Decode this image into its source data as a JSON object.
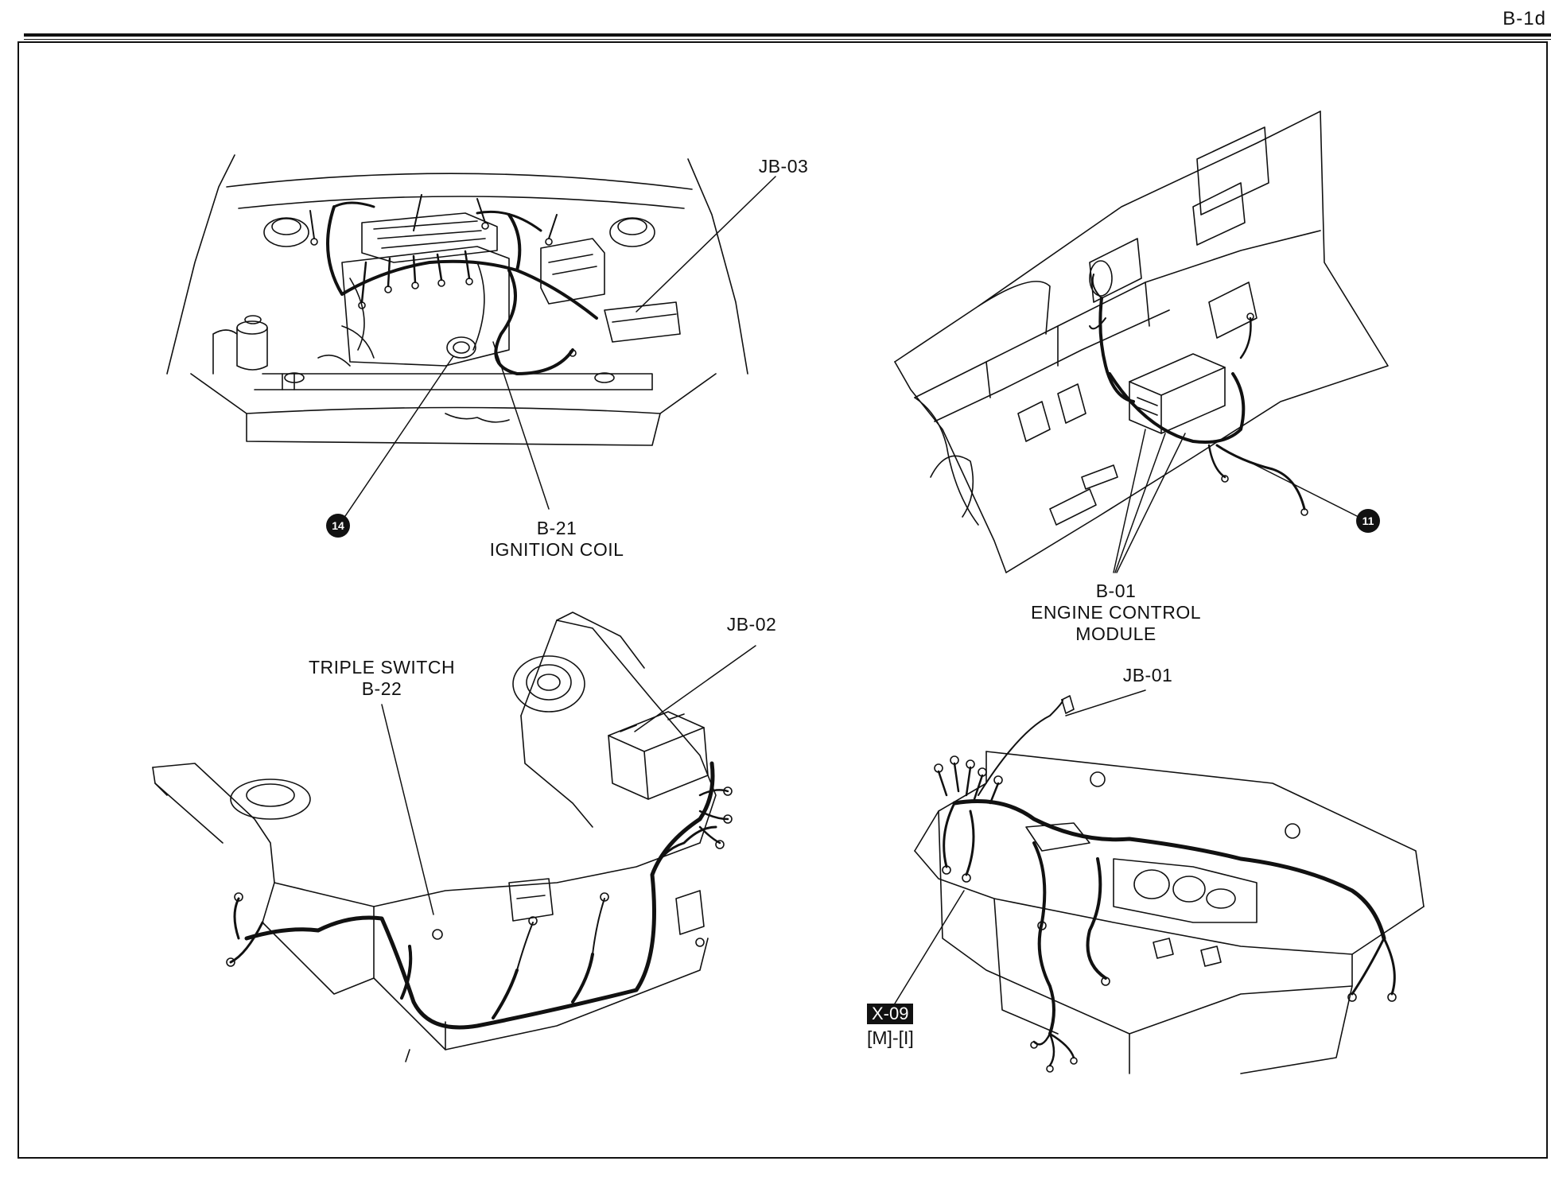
{
  "page": {
    "code": "B-1d"
  },
  "labels": {
    "jb03": "JB-03",
    "b21_code": "B-21",
    "b21_name": "IGNITION COIL",
    "b01_code": "B-01",
    "b01_name1": "ENGINE CONTROL",
    "b01_name2": "MODULE",
    "jb02": "JB-02",
    "triple_name": "TRIPLE SWITCH",
    "triple_code": "B-22",
    "jb01": "JB-01",
    "x09_code": "X-09",
    "x09_sub": "[M]-[I]"
  },
  "badges": {
    "left": "14",
    "right": "11"
  },
  "colors": {
    "ink": "#111111",
    "paper": "#ffffff"
  }
}
